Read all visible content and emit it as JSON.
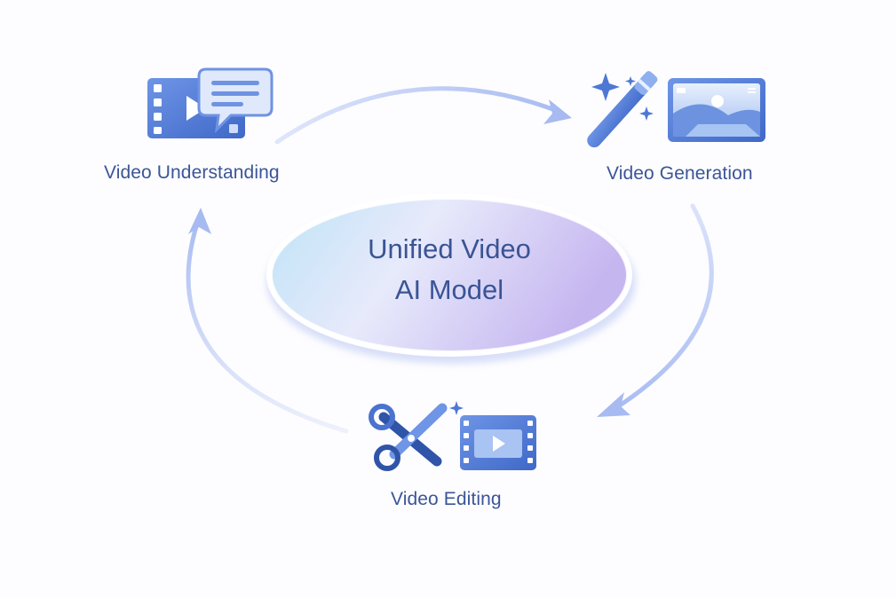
{
  "center": {
    "line1": "Unified Video",
    "line2": "AI Model"
  },
  "nodes": {
    "understanding": {
      "label": "Video Understanding",
      "icons": [
        "film-strip-icon",
        "chat-bubble-icon"
      ]
    },
    "generation": {
      "label": "Video Generation",
      "icons": [
        "magic-wand-icon",
        "landscape-image-icon"
      ]
    },
    "editing": {
      "label": "Video Editing",
      "icons": [
        "scissors-icon",
        "video-clip-icon"
      ]
    }
  },
  "colors": {
    "accent": "#4a78d6",
    "text": "#3b5597",
    "arrow": "#b8c6f3",
    "ellipse_left": "#bcdff7",
    "ellipse_right": "#c9b8f2"
  }
}
